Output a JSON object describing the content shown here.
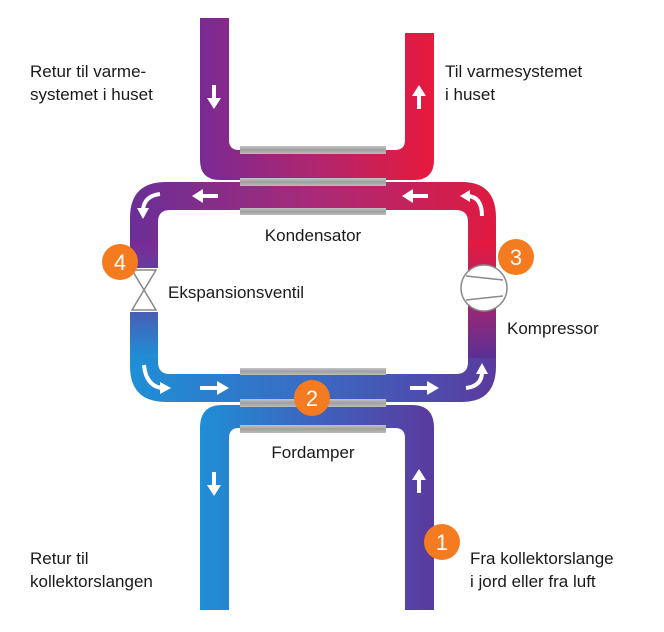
{
  "labels": {
    "return_heating_line1": "Retur til varme-",
    "return_heating_line2": "systemet i huset",
    "to_heating_line1": "Til varmesystemet",
    "to_heating_line2": "i huset",
    "condenser": "Kondensator",
    "expansion_valve": "Ekspansionsventil",
    "compressor": "Kompressor",
    "evaporator": "Fordamper",
    "return_collector_line1": "Retur til",
    "return_collector_line2": "kollektorslangen",
    "from_collector_line1": "Fra kollektorslange",
    "from_collector_line2": "i jord eller fra luft"
  },
  "badges": {
    "b1": "1",
    "b2": "2",
    "b3": "3",
    "b4": "4"
  },
  "colors": {
    "cold": "#1f8fd6",
    "mid": "#6a3a9a",
    "hot": "#e8193c",
    "badge": "#f47b20",
    "exchanger": "#a8a8a8"
  }
}
